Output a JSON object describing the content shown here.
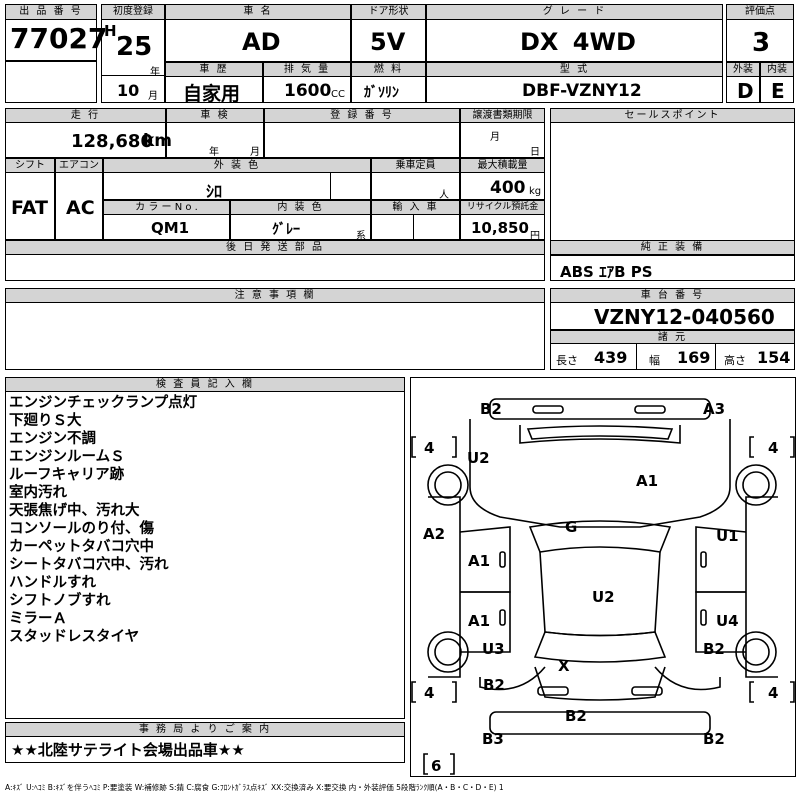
{
  "headers": {
    "lot_no": "出 品 番 号",
    "first_reg": "初度登録",
    "car_name": "車 名",
    "door": "ドア形状",
    "grade": "グ レ ー ド",
    "score": "評価点",
    "history": "車 歴",
    "displacement": "排 気 量",
    "fuel": "燃 料",
    "model": "型 式",
    "exterior": "外装",
    "interior": "内装",
    "mileage": "走 行",
    "inspection": "車 検",
    "reg_no": "登 録 番 号",
    "transfer": "譲渡書類期限",
    "sales_point": "セールスポイント",
    "shift": "シフト",
    "aircon": "エアコン",
    "ext_color": "外 装 色",
    "capacity": "乗車定員",
    "max_load": "最大積載量",
    "color_no": "カ ラ ー N o .",
    "int_color": "内 装 色",
    "import": "輸 入 車",
    "recycle": "リサイクル預託金",
    "later_parts": "後 日 発 送 部 品",
    "genuine": "純 正 装 備",
    "notes": "注 意 事 項 欄",
    "chassis": "車 台 番 号",
    "dims": "諸 元",
    "inspector": "検 査 員 記 入 欄",
    "office": "事 務 局 よ り ご 案 内"
  },
  "lot_no": "77027",
  "era": "H",
  "reg_year": "25",
  "reg_month": "10",
  "unit_year": "年",
  "unit_month": "月",
  "unit_day": "日",
  "car_name": "AD",
  "door": "5V",
  "grade": "DX 4WD",
  "score": "3",
  "history": "自家用",
  "displacement": "1600",
  "unit_cc": "CC",
  "fuel": "ｶﾞｿﾘﾝ",
  "model": "DBF-VZNY12",
  "exterior_score": "D",
  "interior_score": "E",
  "mileage": "128,680",
  "unit_km": "km",
  "shift": "FAT",
  "aircon": "AC",
  "ext_color": "ｼﾛ",
  "unit_person": "人",
  "max_load": "400",
  "unit_kg": "kg",
  "color_no": "QM1",
  "int_color": "ｸﾞﾚｰ",
  "unit_kei": "系",
  "recycle": "10,850",
  "unit_yen": "円",
  "genuine": "ABS ｴｱB PS",
  "chassis": "VZNY12-040560",
  "dims": {
    "length_label": "長さ",
    "length": "439",
    "width_label": "幅",
    "width": "169",
    "height_label": "高さ",
    "height": "154"
  },
  "inspector_notes": [
    "エンジンチェックランプ点灯",
    "下廻りＳ大",
    "エンジン不調",
    "エンジンルームＳ",
    "ルーフキャリア跡",
    "室内汚れ",
    "天張焦げ中、汚れ大",
    "コンソールのり付、傷",
    "カーペットタバコ穴中",
    "シートタバコ穴中、汚れ",
    "ハンドルすれ",
    "シフトノブすれ",
    "ミラーＡ",
    "スタッドレスタイヤ"
  ],
  "office_note": "★★北陸サテライト会場出品車★★",
  "legend": "A:ｷｽﾞ U:ﾍｺﾐ B:ｷｽﾞを伴うﾍｺﾐ P:要塗装 W:補修跡 S:錆 C:腐食 G:ﾌﾛﾝﾄｶﾞﾗｽ点ｷｽﾞ XX:交換済み X:要交換 内・外装評価 5段階ﾗﾝｸ順(A・B・C・D・E) 1",
  "diagram": {
    "marks": [
      "B2",
      "A3",
      "U2",
      "A1",
      "G",
      "A2",
      "A1",
      "U1",
      "U2",
      "A1",
      "U4",
      "U3",
      "B2",
      "X",
      "B2",
      "B2",
      "B3",
      "B2"
    ],
    "tire_tl": "4",
    "tire_tr": "4",
    "tire_bl": "4",
    "tire_br": "4",
    "spare": "6"
  }
}
